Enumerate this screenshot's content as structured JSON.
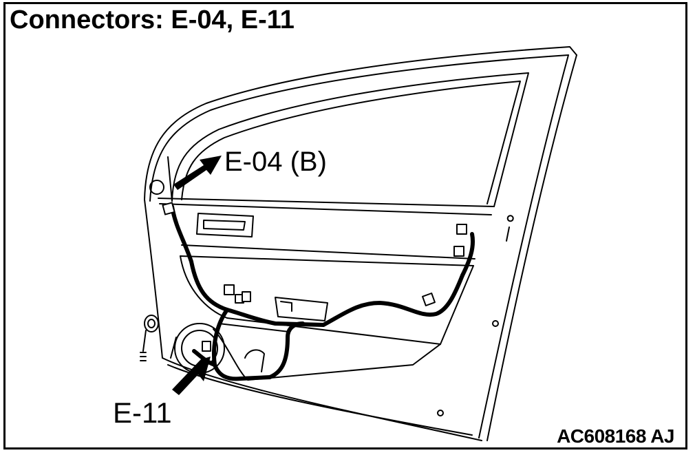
{
  "title": "Connectors: E-04, E-11",
  "callouts": [
    {
      "id": "e04",
      "label": "E-04 (B)"
    },
    {
      "id": "e11",
      "label": "E-11"
    }
  ],
  "figure_code": "AC608168 AJ",
  "colors": {
    "line": "#000000",
    "background": "#ffffff"
  }
}
